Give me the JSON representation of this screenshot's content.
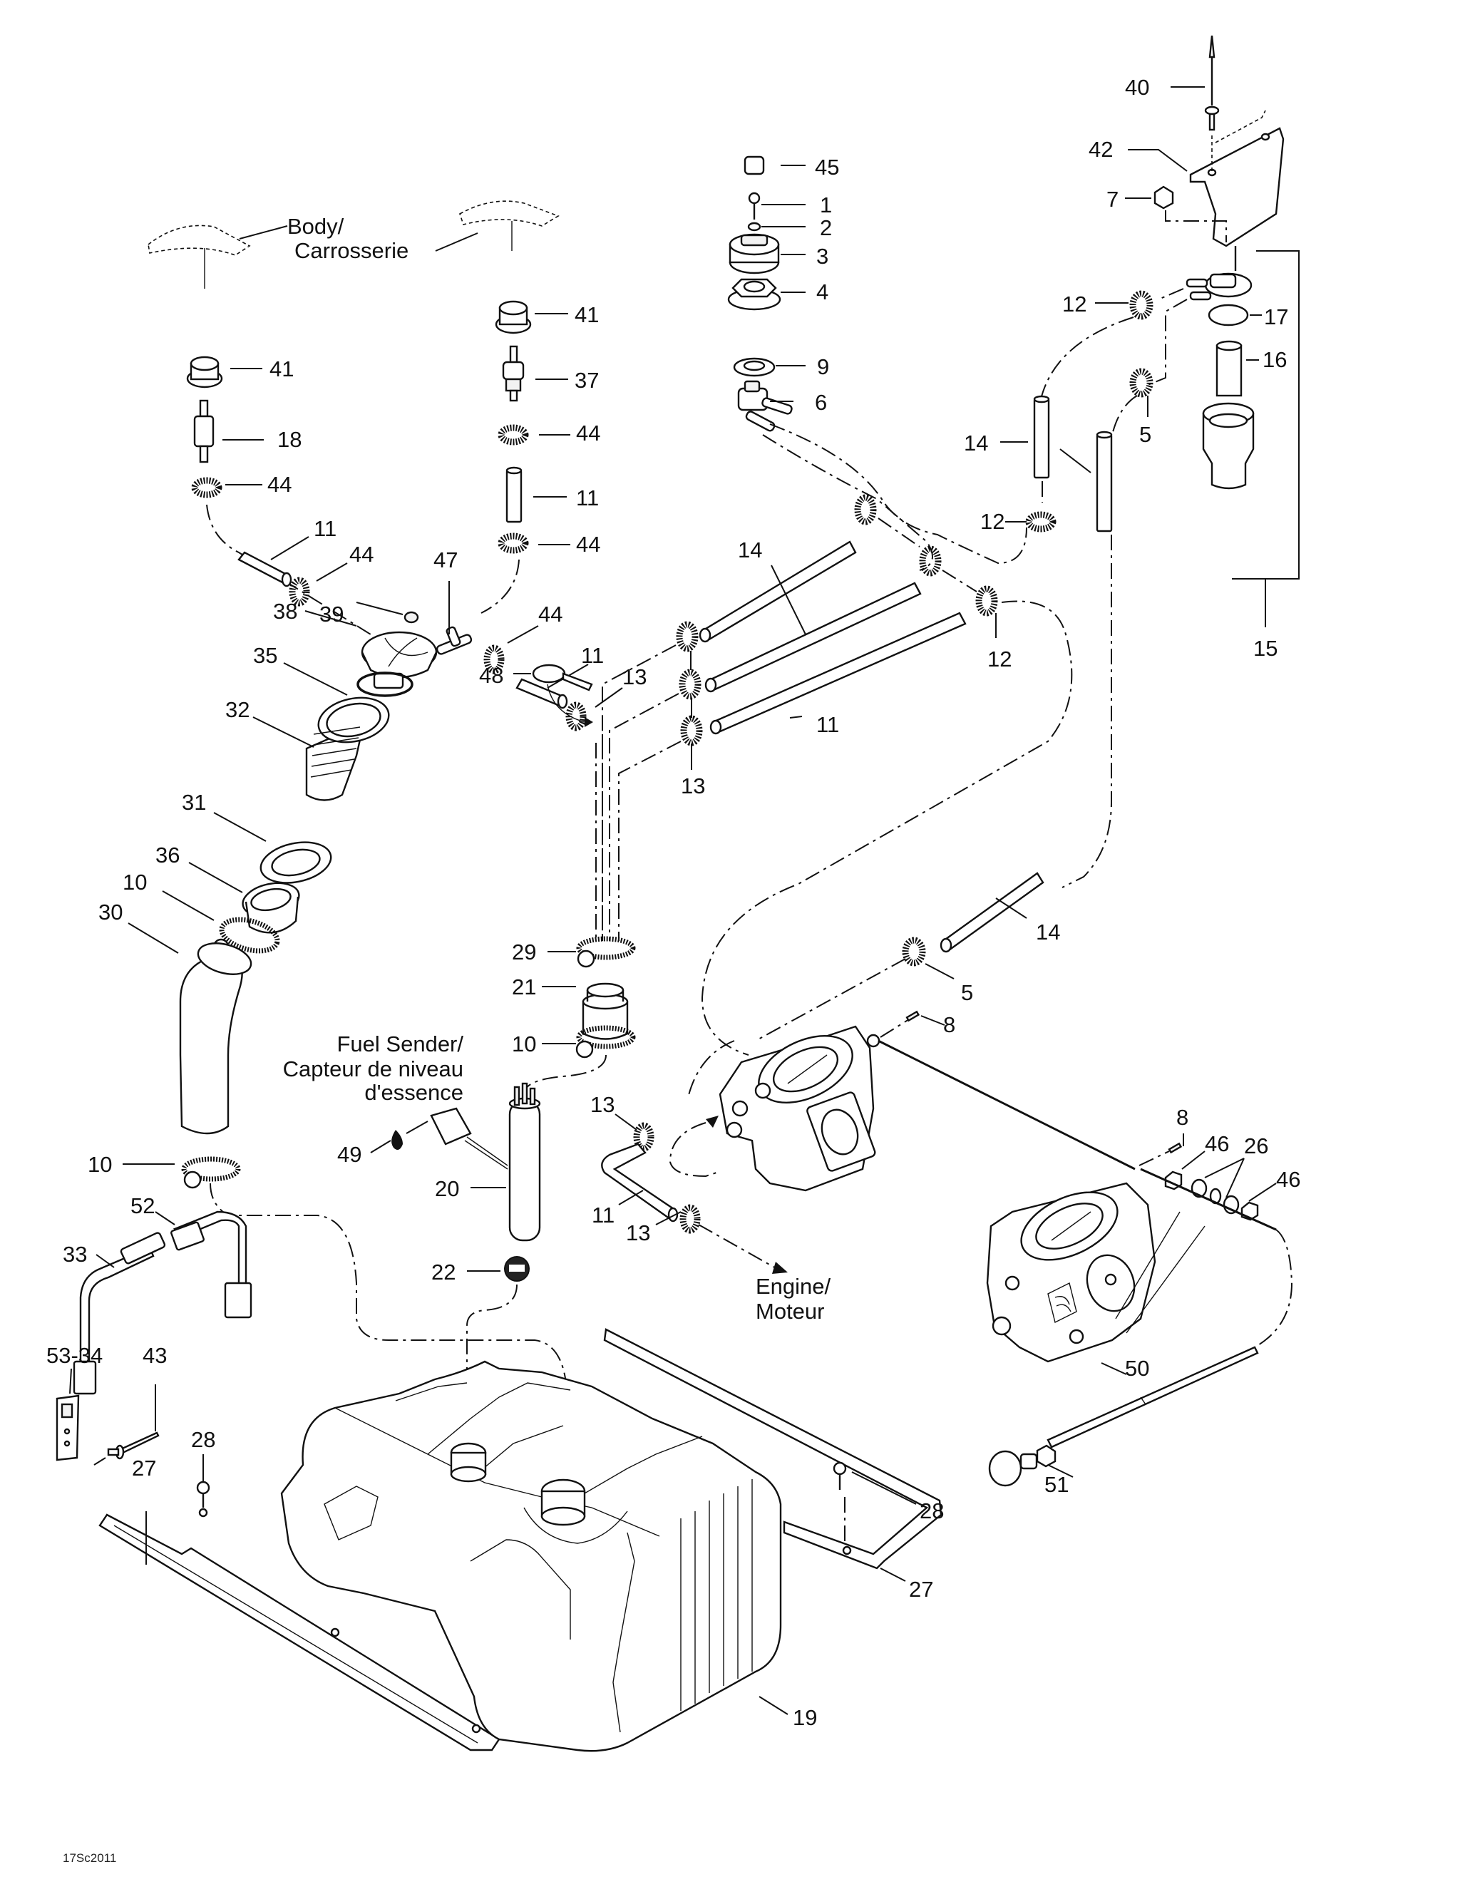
{
  "diagram": {
    "title": "Fuel system exploded parts diagram",
    "figure_code": "17Sc2011",
    "annotations": {
      "body": "Body/",
      "body_fr": "Carrosserie",
      "fuel_sender": "Fuel Sender/",
      "fuel_sender_fr1": "Capteur de niveau",
      "fuel_sender_fr2": "d'essence",
      "engine": "Engine/",
      "engine_fr": "Moteur"
    },
    "callouts": {
      "c40": "40",
      "c42": "42",
      "c7": "7",
      "c45": "45",
      "c1": "1",
      "c2": "2",
      "c3": "3",
      "c4": "4",
      "c9": "9",
      "c6": "6",
      "c12a": "12",
      "c17": "17",
      "c16": "16",
      "c5a": "5",
      "c14a": "14",
      "c12b": "12",
      "c15": "15",
      "c41a": "41",
      "c41b": "41",
      "c37": "37",
      "c18": "18",
      "c44a": "44",
      "c44b": "44",
      "c44c": "44",
      "c44d": "44",
      "c44e": "44",
      "c11a": "11",
      "c11b": "11",
      "c11c": "11",
      "c11d": "11",
      "c11e": "11",
      "c47": "47",
      "c13a": "13",
      "c13b": "13",
      "c13c": "13",
      "c13d": "13",
      "c14b": "14",
      "c14c": "14",
      "c12c": "12",
      "c48": "48",
      "c39": "39",
      "c38": "38",
      "c35": "35",
      "c32": "32",
      "c31": "31",
      "c36": "36",
      "c10a": "10",
      "c10b": "10",
      "c10c": "10",
      "c30": "30",
      "c29": "29",
      "c21": "21",
      "c5b": "5",
      "c8a": "8",
      "c8b": "8",
      "c46a": "46",
      "c46b": "46",
      "c26": "26",
      "c49": "49",
      "c20": "20",
      "c22": "22",
      "c52": "52",
      "c33": "33",
      "c53_34": "53-34",
      "c43": "43",
      "c28a": "28",
      "c28b": "28",
      "c27a": "27",
      "c27b": "27",
      "c19": "19",
      "c50": "50",
      "c51": "51"
    }
  }
}
